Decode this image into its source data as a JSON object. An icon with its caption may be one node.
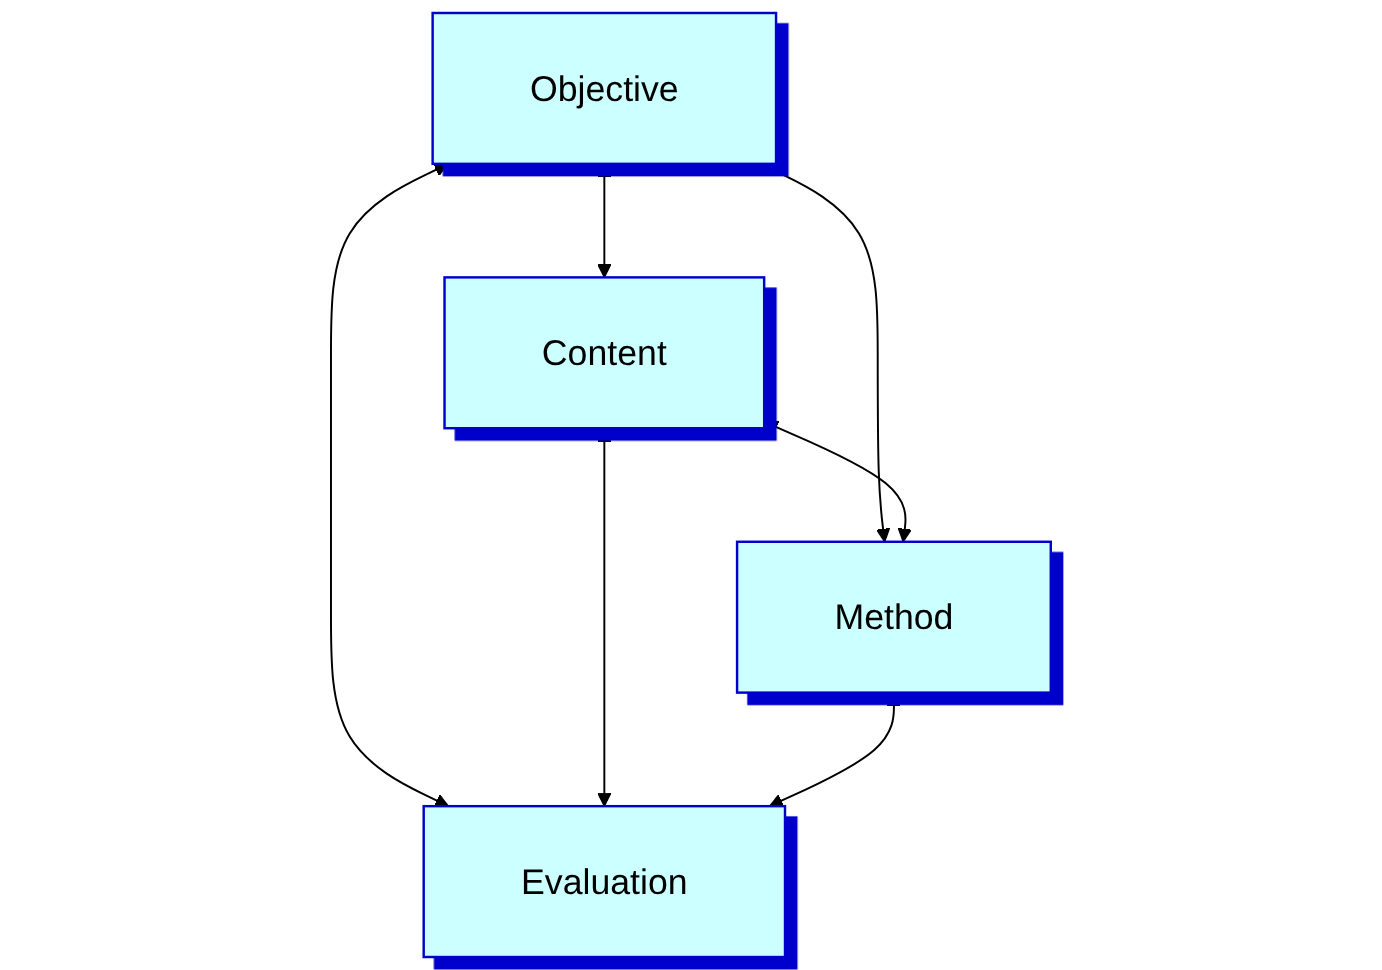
{
  "diagram": {
    "nodes": [
      {
        "text": [
          "Objective"
        ]
      },
      {
        "text": [
          "Content"
        ]
      },
      {
        "text": [
          "Method"
        ]
      },
      {
        "text": [
          "Evaluation"
        ]
      }
    ],
    "edges": [
      {
        "from": 0,
        "to": 1,
        "arrow": "both"
      },
      {
        "from": 0,
        "to": 2,
        "arrow": "both"
      },
      {
        "from": 0,
        "to": 3,
        "arrow": "both"
      },
      {
        "from": 1,
        "to": 2,
        "arrow": "both"
      },
      {
        "from": 1,
        "to": 3,
        "arrow": "both"
      },
      {
        "from": 2,
        "to": 3,
        "arrow": "both"
      }
    ]
  }
}
